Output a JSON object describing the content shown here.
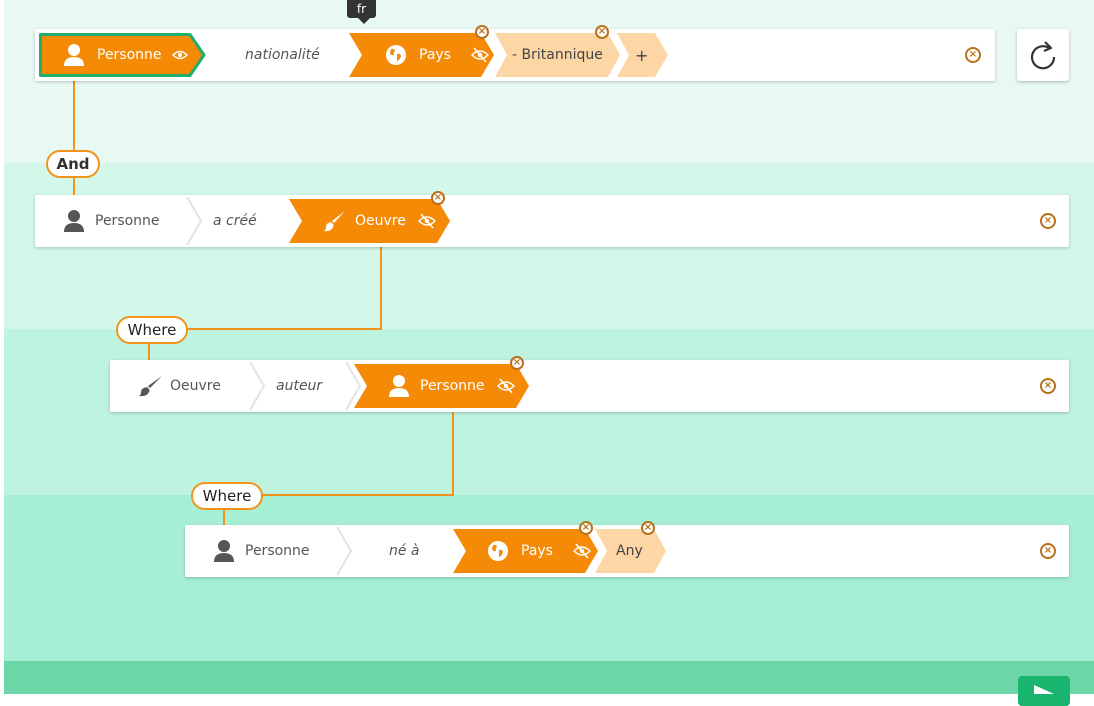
{
  "tooltip": {
    "lang": "fr"
  },
  "connectors": {
    "and": "And",
    "where1": "Where",
    "where2": "Where"
  },
  "row1": {
    "subject": "Personne",
    "predicate": "nationalité",
    "object": "Pays",
    "value": "- Britannique",
    "add": "+"
  },
  "row2": {
    "subject": "Personne",
    "predicate": "a créé",
    "object": "Oeuvre"
  },
  "row3": {
    "subject": "Oeuvre",
    "predicate": "auteur",
    "object": "Personne"
  },
  "row4": {
    "subject": "Personne",
    "predicate": "né à",
    "object": "Pays",
    "value": "Any"
  },
  "icons": {
    "person": "person-icon",
    "globe": "globe-icon",
    "brush": "brush-icon",
    "eye": "eye-icon",
    "eye_off": "eye-off-icon",
    "reset": "reset-icon",
    "play": "play-icon",
    "close": "close-icon"
  },
  "colors": {
    "orange": "#f58a07",
    "light_orange": "#fdd6a6",
    "green_border": "#1fae6b",
    "line": "#f29419",
    "x_border": "#b8701a",
    "go": "#19b46e"
  }
}
